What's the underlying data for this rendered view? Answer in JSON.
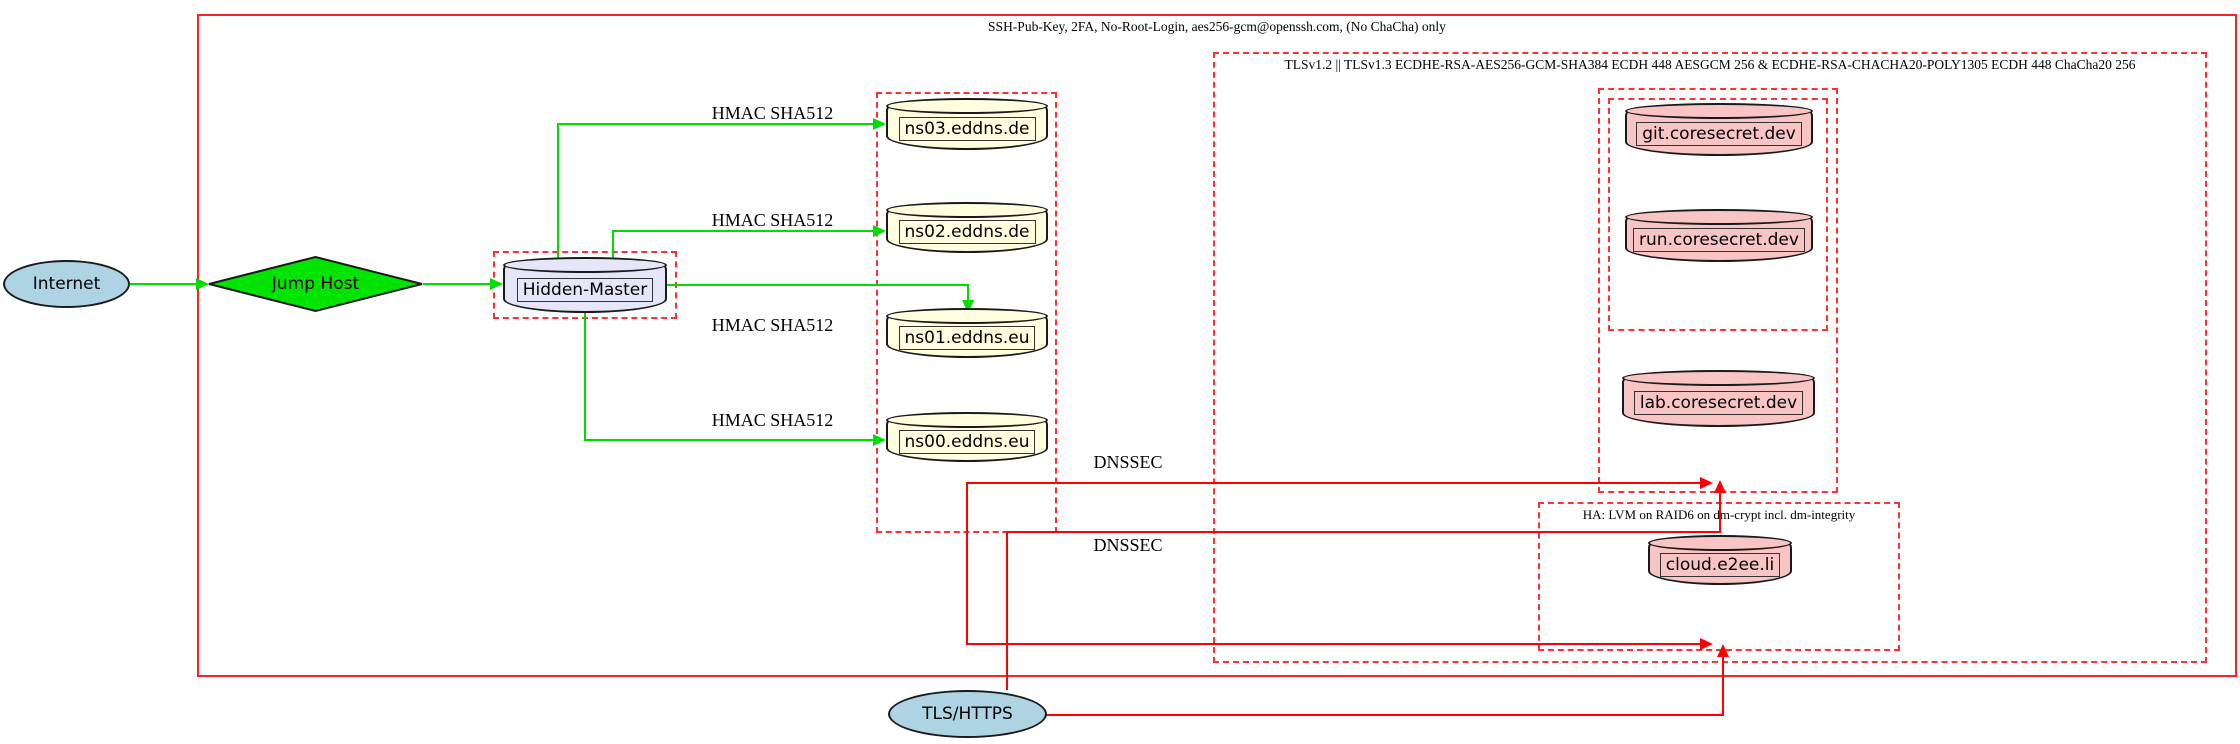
{
  "clusters": {
    "ssh": {
      "label": "SSH-Pub-Key, 2FA, No-Root-Login, aes256-gcm@openssh.com, (No ChaCha) only"
    },
    "tls": {
      "label": "TLSv1.2 || TLSv1.3 ECDHE-RSA-AES256-GCM-SHA384 ECDH 448 AESGCM 256 & ECDHE-RSA-CHACHA20-POLY1305 ECDH 448 ChaCha20 256"
    },
    "ha": {
      "label": "HA: LVM on RAID6 on dm-crypt incl. dm-integrity"
    }
  },
  "nodes": {
    "internet": {
      "label": "Internet",
      "shape": "ellipse",
      "fill": "#aed4e4"
    },
    "jump_host": {
      "label": "Jump Host",
      "shape": "diamond",
      "fill": "#00e400"
    },
    "hidden_master": {
      "label": "Hidden-Master",
      "shape": "cylinder",
      "fill": "#e6e6fa"
    },
    "ns03": {
      "label": "ns03.eddns.de",
      "shape": "cylinder",
      "fill": "#ffffe0"
    },
    "ns02": {
      "label": "ns02.eddns.de",
      "shape": "cylinder",
      "fill": "#ffffe0"
    },
    "ns01": {
      "label": "ns01.eddns.eu",
      "shape": "cylinder",
      "fill": "#ffffe0"
    },
    "ns00": {
      "label": "ns00.eddns.eu",
      "shape": "cylinder",
      "fill": "#ffffe0"
    },
    "git": {
      "label": "git.coresecret.dev",
      "shape": "cylinder",
      "fill": "#f9c4c4"
    },
    "run": {
      "label": "run.coresecret.dev",
      "shape": "cylinder",
      "fill": "#f9c4c4"
    },
    "lab": {
      "label": "lab.coresecret.dev",
      "shape": "cylinder",
      "fill": "#f9c4c4"
    },
    "cloud": {
      "label": "cloud.e2ee.li",
      "shape": "cylinder",
      "fill": "#f9c4c4"
    },
    "tls_https": {
      "label": "TLS/HTTPS",
      "shape": "ellipse",
      "fill": "#aed4e4"
    }
  },
  "edge_labels": {
    "hmac1": "HMAC SHA512",
    "hmac2": "HMAC SHA512",
    "hmac3": "HMAC SHA512",
    "hmac4": "HMAC SHA512",
    "dnssec1": "DNSSEC",
    "dnssec2": "DNSSEC"
  },
  "colors": {
    "cluster_border_red": "#ff2222",
    "edge_red": "#ff0000",
    "edge_green": "#00dd00",
    "diamond_green": "#00e400",
    "dns_fill": "#ffffe0",
    "service_fill": "#f9c4c4",
    "master_fill": "#e6e6fa",
    "endpoint_fill": "#aed4e4"
  }
}
